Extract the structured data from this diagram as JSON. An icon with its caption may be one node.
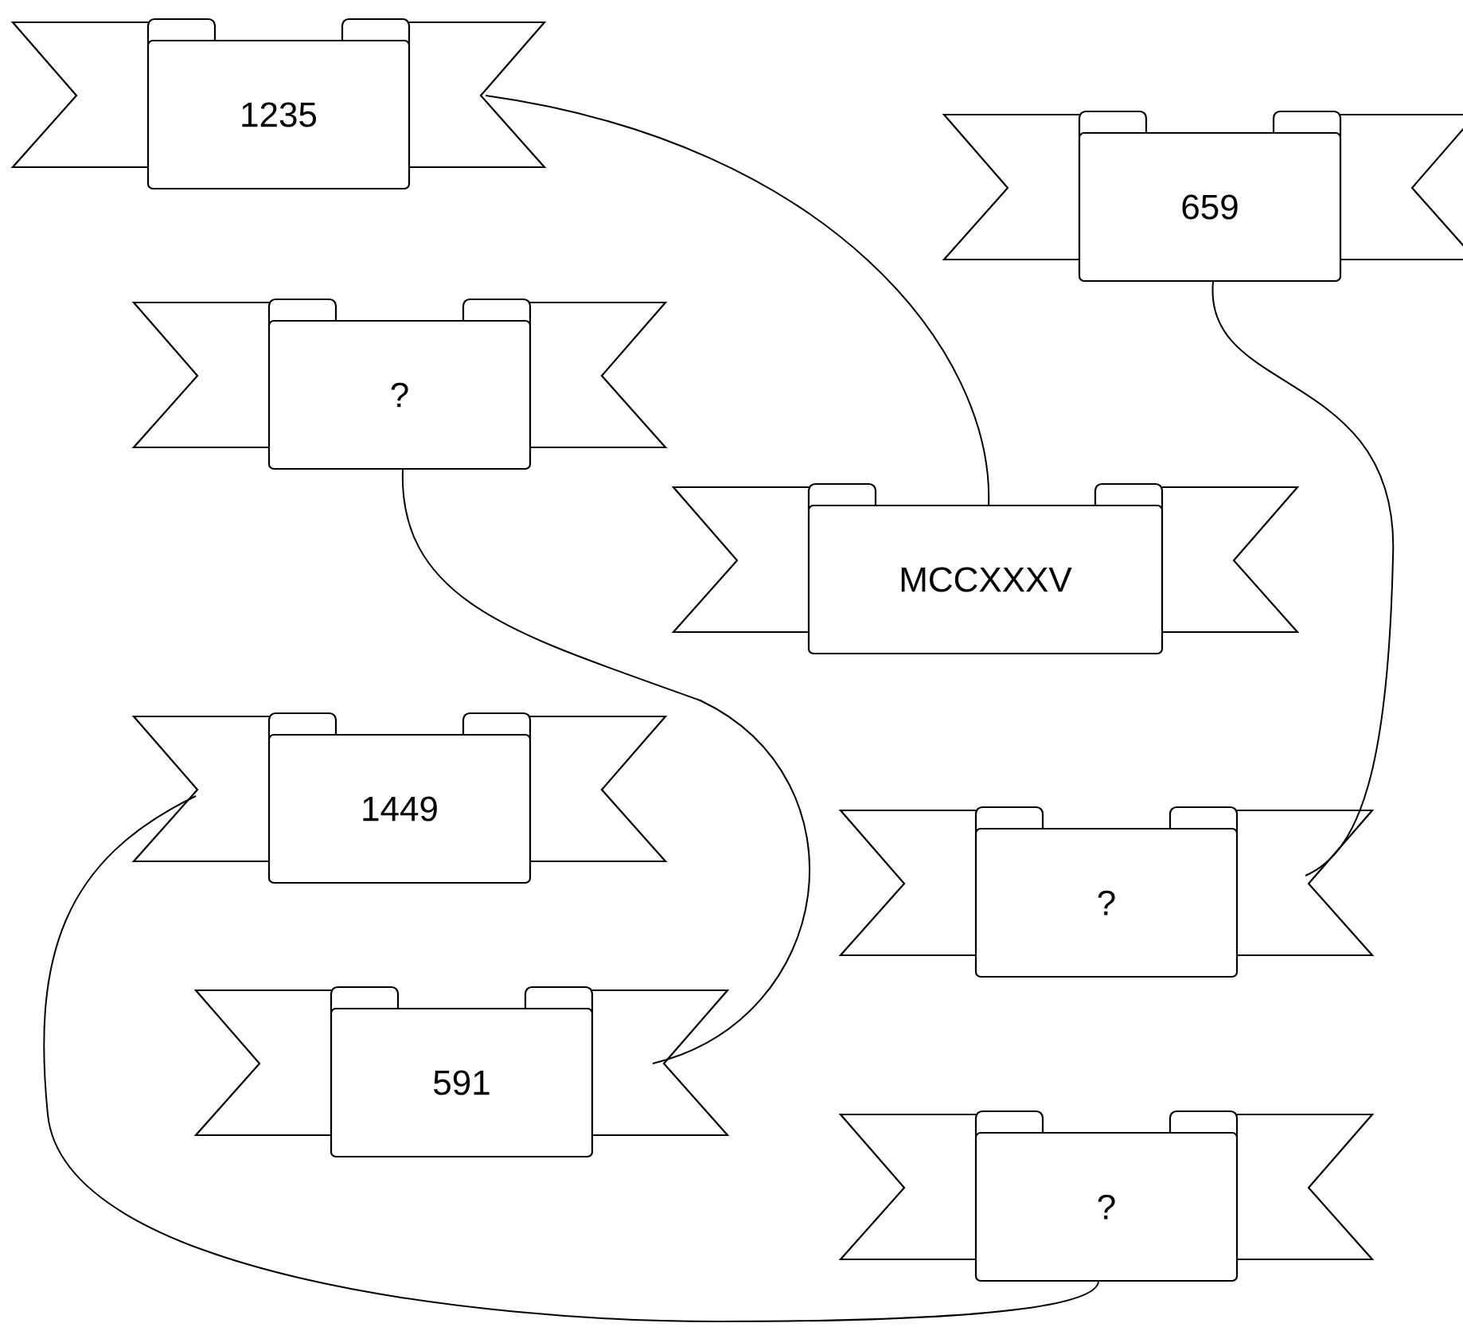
{
  "diagram": {
    "nodes": [
      {
        "text": [
          "1235"
        ]
      },
      {
        "text": [
          "659"
        ]
      },
      {
        "text": [
          "?"
        ]
      },
      {
        "text": [
          "MCCXXXV"
        ]
      },
      {
        "text": [
          "1449"
        ]
      },
      {
        "text": [
          "?"
        ]
      },
      {
        "text": [
          "591"
        ]
      },
      {
        "text": [
          "?"
        ]
      }
    ],
    "edges": [
      {
        "from": 0,
        "to": 3,
        "arrow": "none"
      },
      {
        "from": 1,
        "to": 5,
        "arrow": "none"
      },
      {
        "from": 2,
        "to": 6,
        "arrow": "none"
      },
      {
        "from": 4,
        "to": 7,
        "arrow": "none"
      }
    ]
  }
}
